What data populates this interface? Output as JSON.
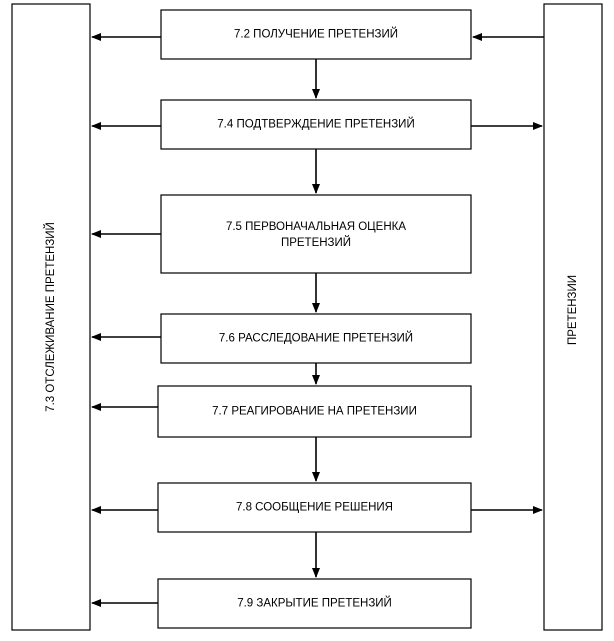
{
  "diagram": {
    "left_panel": {
      "label": "7.3 ОТСЛЕЖИВАНИЕ ПРЕТЕНЗИЙ"
    },
    "right_panel": {
      "label": "ПРЕТЕНЗИИ"
    },
    "steps": [
      {
        "id": "s72",
        "lines": [
          "7.2 ПОЛУЧЕНИЕ ПРЕТЕНЗИЙ"
        ]
      },
      {
        "id": "s74",
        "lines": [
          "7.4 ПОДТВЕРЖДЕНИЕ ПРЕТЕНЗИЙ"
        ]
      },
      {
        "id": "s75",
        "lines": [
          "7.5 ПЕРВОНАЧАЛЬНАЯ ОЦЕНКА",
          "ПРЕТЕНЗИЙ"
        ]
      },
      {
        "id": "s76",
        "lines": [
          "7.6 РАССЛЕДОВАНИЕ ПРЕТЕНЗИЙ"
        ]
      },
      {
        "id": "s77",
        "lines": [
          "7.7 РЕАГИРОВАНИЕ НА ПРЕТЕНЗИИ"
        ]
      },
      {
        "id": "s78",
        "lines": [
          "7.8 СООБЩЕНИЕ РЕШЕНИЯ"
        ]
      },
      {
        "id": "s79",
        "lines": [
          "7.9 ЗАКРЫТИЕ ПРЕТЕНЗИЙ"
        ]
      }
    ],
    "edges": [
      {
        "from": "s72",
        "to": "s74",
        "kind": "down"
      },
      {
        "from": "s74",
        "to": "s75",
        "kind": "down"
      },
      {
        "from": "s75",
        "to": "s76",
        "kind": "down"
      },
      {
        "from": "s76",
        "to": "s77",
        "kind": "down"
      },
      {
        "from": "s77",
        "to": "s78",
        "kind": "down"
      },
      {
        "from": "s78",
        "to": "s79",
        "kind": "down"
      },
      {
        "from": "s72",
        "to": "left_panel",
        "kind": "left"
      },
      {
        "from": "s74",
        "to": "left_panel",
        "kind": "left"
      },
      {
        "from": "s75",
        "to": "left_panel",
        "kind": "left"
      },
      {
        "from": "s76",
        "to": "left_panel",
        "kind": "left"
      },
      {
        "from": "s77",
        "to": "left_panel",
        "kind": "left"
      },
      {
        "from": "s78",
        "to": "left_panel",
        "kind": "left"
      },
      {
        "from": "s79",
        "to": "left_panel",
        "kind": "left"
      },
      {
        "from": "right_panel",
        "to": "s72",
        "kind": "right-in"
      },
      {
        "from": "s74",
        "to": "right_panel",
        "kind": "right-out"
      },
      {
        "from": "s78",
        "to": "right_panel",
        "kind": "right-out"
      }
    ]
  }
}
